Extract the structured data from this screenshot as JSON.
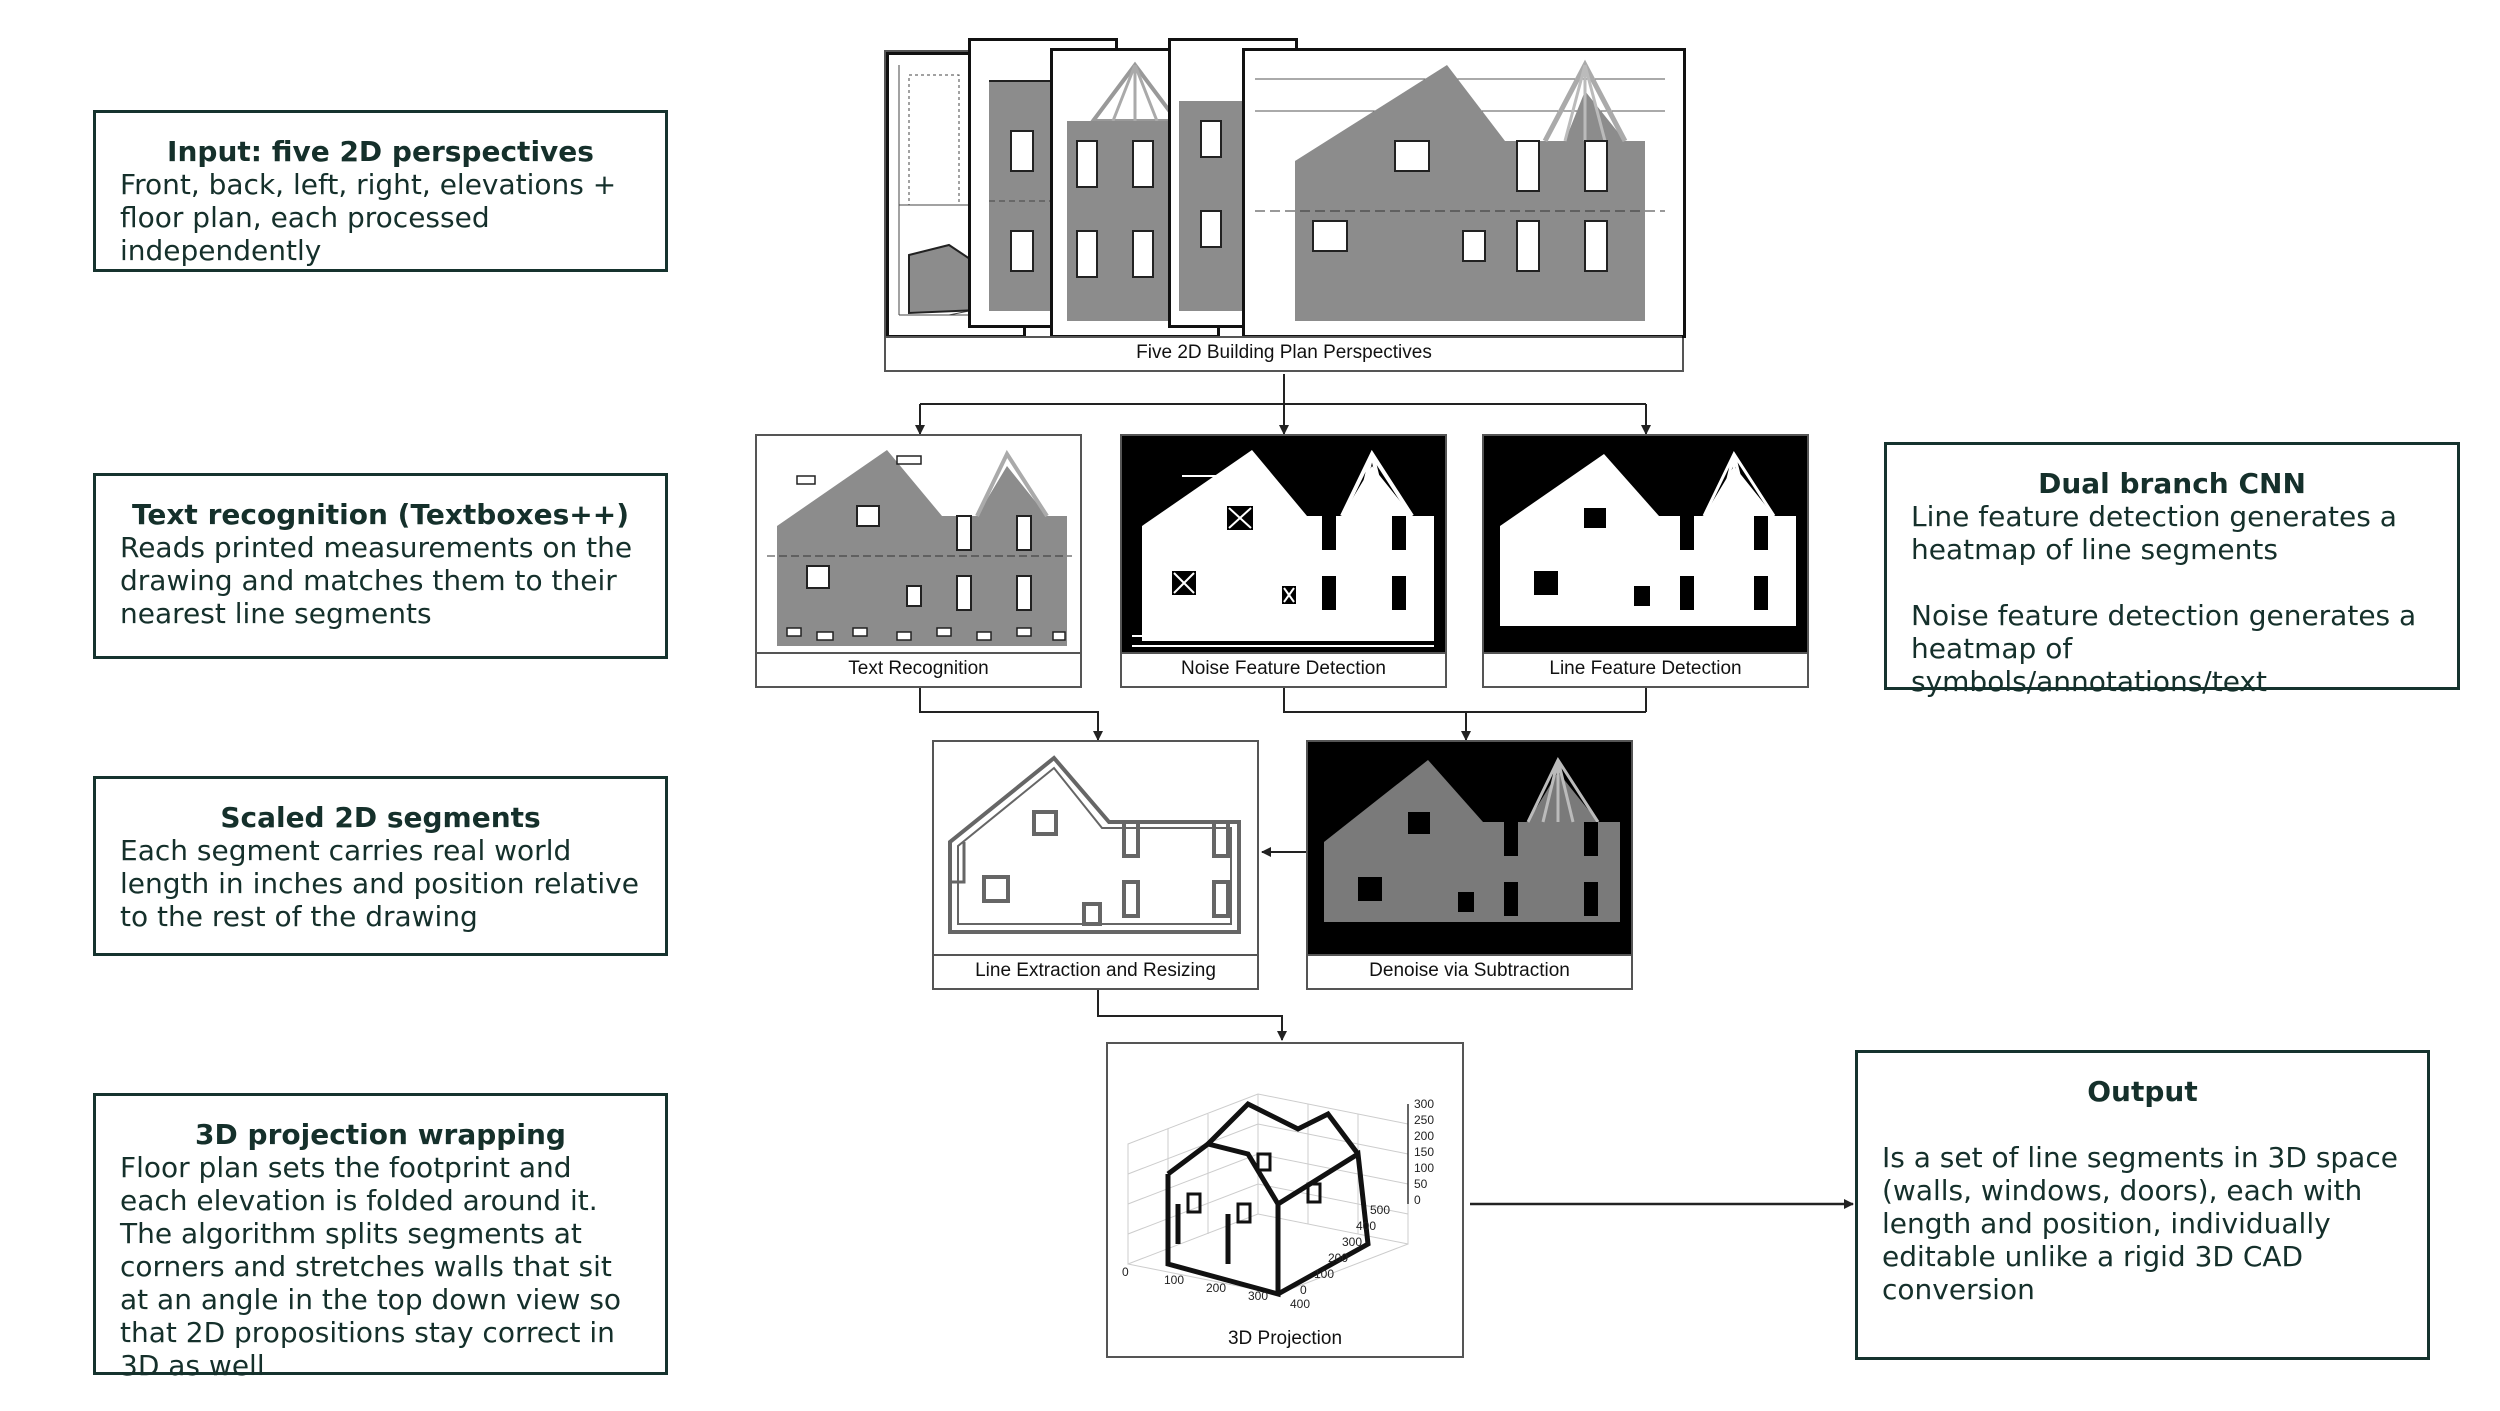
{
  "notes": {
    "input": {
      "title": "Input: five 2D perspectives",
      "body": "Front, back, left, right, elevations + floor plan, each processed independently"
    },
    "text_recognition": {
      "title": "Text recognition (Textboxes++)",
      "body": "Reads printed measurements on the drawing and matches them to their nearest line segments"
    },
    "scaled_segments": {
      "title": "Scaled 2D segments",
      "body": "Each segment carries real world length in inches and position relative to the rest of the drawing"
    },
    "projection": {
      "title": "3D projection wrapping",
      "body": "Floor plan sets the footprint and each elevation is folded around it. The algorithm splits segments at corners and stretches walls that sit at an angle in the top down view so that 2D propositions stay correct in 3D as well"
    },
    "dual_cnn": {
      "title": "Dual branch CNN",
      "body1": "Line feature detection generates a heatmap of line segments",
      "body2": "Noise feature detection generates a heatmap of symbols/annotations/text"
    },
    "output": {
      "title": "Output",
      "body": "Is a set of line segments in 3D space (walls, windows, doors), each with length and position, individually editable unlike a rigid 3D CAD conversion"
    }
  },
  "panels": {
    "perspectives": "Five 2D Building Plan Perspectives",
    "text_recognition": "Text Recognition",
    "noise_detection": "Noise Feature Detection",
    "line_detection": "Line Feature Detection",
    "line_extraction": "Line Extraction and Resizing",
    "denoise": "Denoise via Subtraction",
    "projection": "3D Projection"
  },
  "axes3d": {
    "z_ticks": [
      "300",
      "250",
      "200",
      "150",
      "100",
      "50",
      "0"
    ],
    "y_ticks": [
      "500",
      "400",
      "300",
      "200",
      "100",
      "0"
    ],
    "x_ticks": [
      "0",
      "100",
      "200",
      "300",
      "400"
    ]
  },
  "colors": {
    "note_border": "#16332e",
    "wall_gray": "#8c8c8c",
    "arrow": "#222222"
  }
}
